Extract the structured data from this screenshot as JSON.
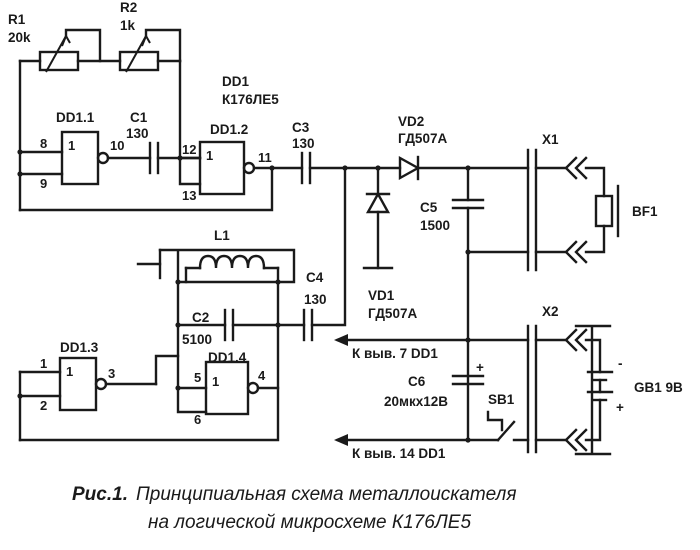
{
  "components": {
    "R1": {
      "ref": "R1",
      "value": "20k"
    },
    "R2": {
      "ref": "R2",
      "value": "1k"
    },
    "DD1": {
      "ref": "DD1",
      "type": "К176ЛЕ5"
    },
    "DD1_1": {
      "ref": "DD1.1",
      "gate": "1",
      "pins": [
        "8",
        "9",
        "10"
      ]
    },
    "DD1_2": {
      "ref": "DD1.2",
      "gate": "1",
      "pins": [
        "12",
        "13",
        "11"
      ]
    },
    "DD1_3": {
      "ref": "DD1.3",
      "gate": "1",
      "pins": [
        "1",
        "2",
        "3"
      ]
    },
    "DD1_4": {
      "ref": "DD1.4",
      "gate": "1",
      "pins": [
        "5",
        "6",
        "4"
      ]
    },
    "C1": {
      "ref": "C1",
      "value": "130"
    },
    "C2": {
      "ref": "C2",
      "value": "5100"
    },
    "C3": {
      "ref": "C3",
      "value": "130"
    },
    "C4": {
      "ref": "C4",
      "value": "130"
    },
    "C5": {
      "ref": "C5",
      "value": "1500"
    },
    "C6": {
      "ref": "C6",
      "value": "20мкх12В",
      "polarity": "+"
    },
    "L1": {
      "ref": "L1"
    },
    "VD1": {
      "ref": "VD1",
      "type": "ГД507А"
    },
    "VD2": {
      "ref": "VD2",
      "type": "ГД507А"
    },
    "X1": {
      "ref": "X1"
    },
    "X2": {
      "ref": "X2"
    },
    "BF1": {
      "ref": "BF1"
    },
    "GB1": {
      "ref": "GB1 9В",
      "minus": "-",
      "plus": "+"
    },
    "SB1": {
      "ref": "SB1"
    }
  },
  "connections": {
    "pin7": "К выв. 7 DD1",
    "pin14": "К выв. 14 DD1"
  },
  "caption": {
    "label": "Рис.1.",
    "text1": "Принципиальная схема металлоискателя",
    "text2": "на логической микросхеме К176ЛЕ5"
  }
}
